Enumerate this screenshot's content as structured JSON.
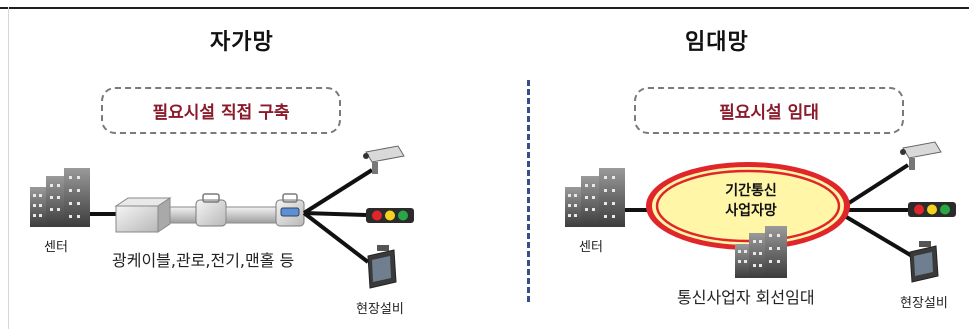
{
  "left": {
    "title": "자가망",
    "box_label": "필요시설 직접 구축",
    "center_label": "센터",
    "infra_label": "광케이블,관로,전기,맨홀 등",
    "field_label": "현장설비"
  },
  "right": {
    "title": "임대망",
    "box_label": "필요시설 임대",
    "center_label": "센터",
    "ellipse_label_line1": "기간통신",
    "ellipse_label_line2": "사업자망",
    "lease_label": "통신사업자 회선임대",
    "field_label": "현장설비"
  },
  "colors": {
    "box_text": "#8b1a2b",
    "divider": "#3a4e8a",
    "ellipse_fill": "#fff6a8",
    "ellipse_ring": "#e0262a"
  }
}
